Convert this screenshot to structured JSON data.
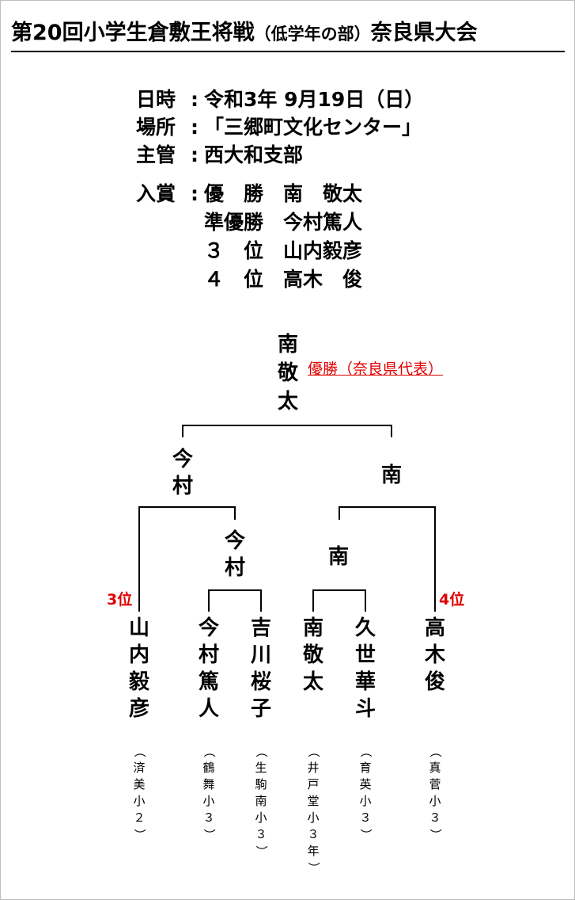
{
  "title": {
    "main": "第20回小学生倉敷王将戦",
    "sub": "（低学年の部）",
    "place": "奈良県大会"
  },
  "info": {
    "colon": ":",
    "date_label": "日時",
    "date": "令和3年 9月19日（日）",
    "venue_label": "場所",
    "venue": "「三郷町文化センター」",
    "host_label": "主管",
    "host": "西大和支部",
    "prize_label": "入賞",
    "prizes": [
      {
        "rank": "優　勝",
        "name": "南　敬太"
      },
      {
        "rank": "準優勝",
        "name": "今村篤人"
      },
      {
        "rank": "３　位",
        "name": "山内毅彦"
      },
      {
        "rank": "４　位",
        "name": "高木　俊"
      }
    ]
  },
  "bracket": {
    "champion": "南敬太",
    "champion_note": "優勝（奈良県代表）",
    "semi_left": "今村",
    "semi_right": "南",
    "quarter_left": "今村",
    "quarter_right": "南",
    "rank3_label": "3位",
    "rank4_label": "4位",
    "players": [
      {
        "name": "山内毅彦",
        "school": "（済美小２）"
      },
      {
        "name": "今村篤人",
        "school": "（鶴舞小３）"
      },
      {
        "name": "吉川桜子",
        "school": "（生駒南小３）"
      },
      {
        "name": "南敬太",
        "school": "（井戸堂小３年）"
      },
      {
        "name": "久世華斗",
        "school": "（育英小３）"
      },
      {
        "name": "高木俊",
        "school": "（真菅小３）"
      }
    ]
  },
  "colors": {
    "text": "#000000",
    "accent": "#e00000",
    "frame": "#bdbdbd"
  }
}
